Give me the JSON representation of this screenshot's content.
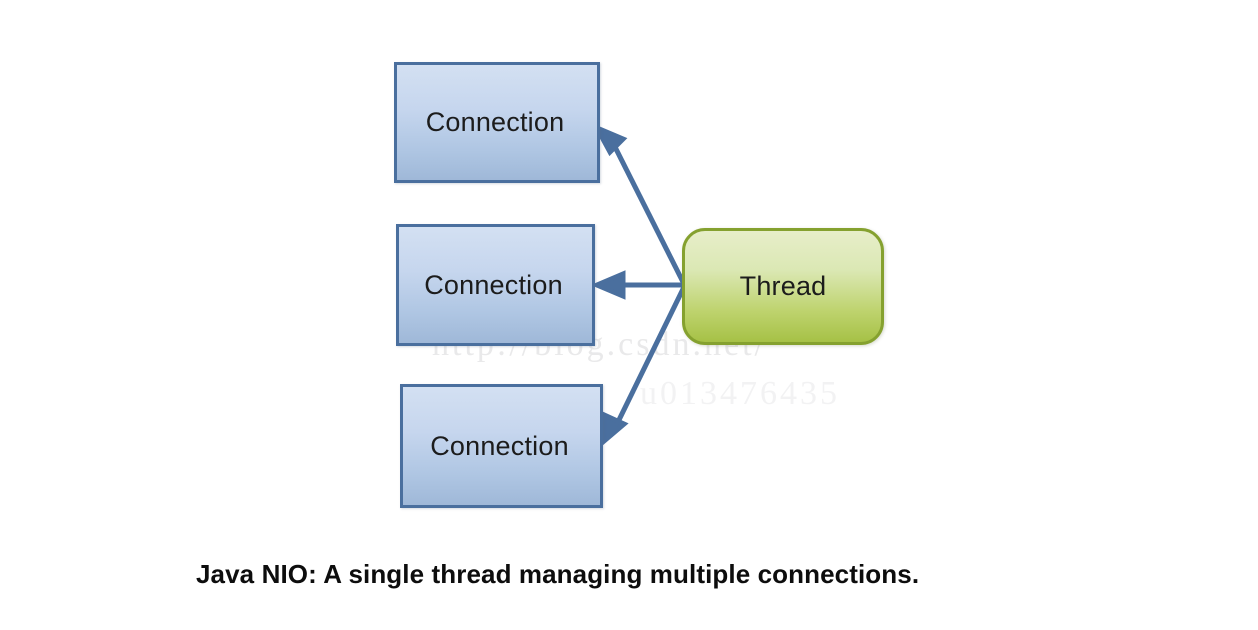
{
  "diagram": {
    "title": "Java NIO single thread managing multiple connections",
    "caption": "Java NIO: A single thread managing multiple connections.",
    "watermark": {
      "line1": "http://blog.csdn.net/",
      "line2": "u013476435"
    },
    "nodes": [
      {
        "id": "connection-1",
        "label": "Connection",
        "shape": "rectangle",
        "fill": "#c6d6ee",
        "border": "#4a6f9e"
      },
      {
        "id": "connection-2",
        "label": "Connection",
        "shape": "rectangle",
        "fill": "#c6d6ee",
        "border": "#4a6f9e"
      },
      {
        "id": "connection-3",
        "label": "Connection",
        "shape": "rectangle",
        "fill": "#c6d6ee",
        "border": "#4a6f9e"
      },
      {
        "id": "thread",
        "label": "Thread",
        "shape": "rounded-rectangle",
        "fill": "#bed36e",
        "border": "#85a12f"
      }
    ],
    "edges": [
      {
        "id": "thread-to-connection-1",
        "from": "thread",
        "to": "connection-1",
        "direction": "to-connection",
        "style": "solid-arrow",
        "color": "#4a6f9e"
      },
      {
        "id": "thread-to-connection-2",
        "from": "thread",
        "to": "connection-2",
        "direction": "to-connection",
        "style": "solid-arrow",
        "color": "#4a6f9e"
      },
      {
        "id": "thread-to-connection-3",
        "from": "thread",
        "to": "connection-3",
        "direction": "to-connection",
        "style": "solid-arrow",
        "color": "#4a6f9e"
      }
    ],
    "colors": {
      "connection_fill_top": "#d3e0f2",
      "connection_fill_bottom": "#9fb8d8",
      "connection_border": "#4a6f9e",
      "thread_fill_top": "#e7eec9",
      "thread_fill_bottom": "#a6c146",
      "thread_border": "#85a12f",
      "arrow": "#4a6f9e",
      "background": "#ffffff",
      "caption_text": "#0d0d0d"
    }
  }
}
